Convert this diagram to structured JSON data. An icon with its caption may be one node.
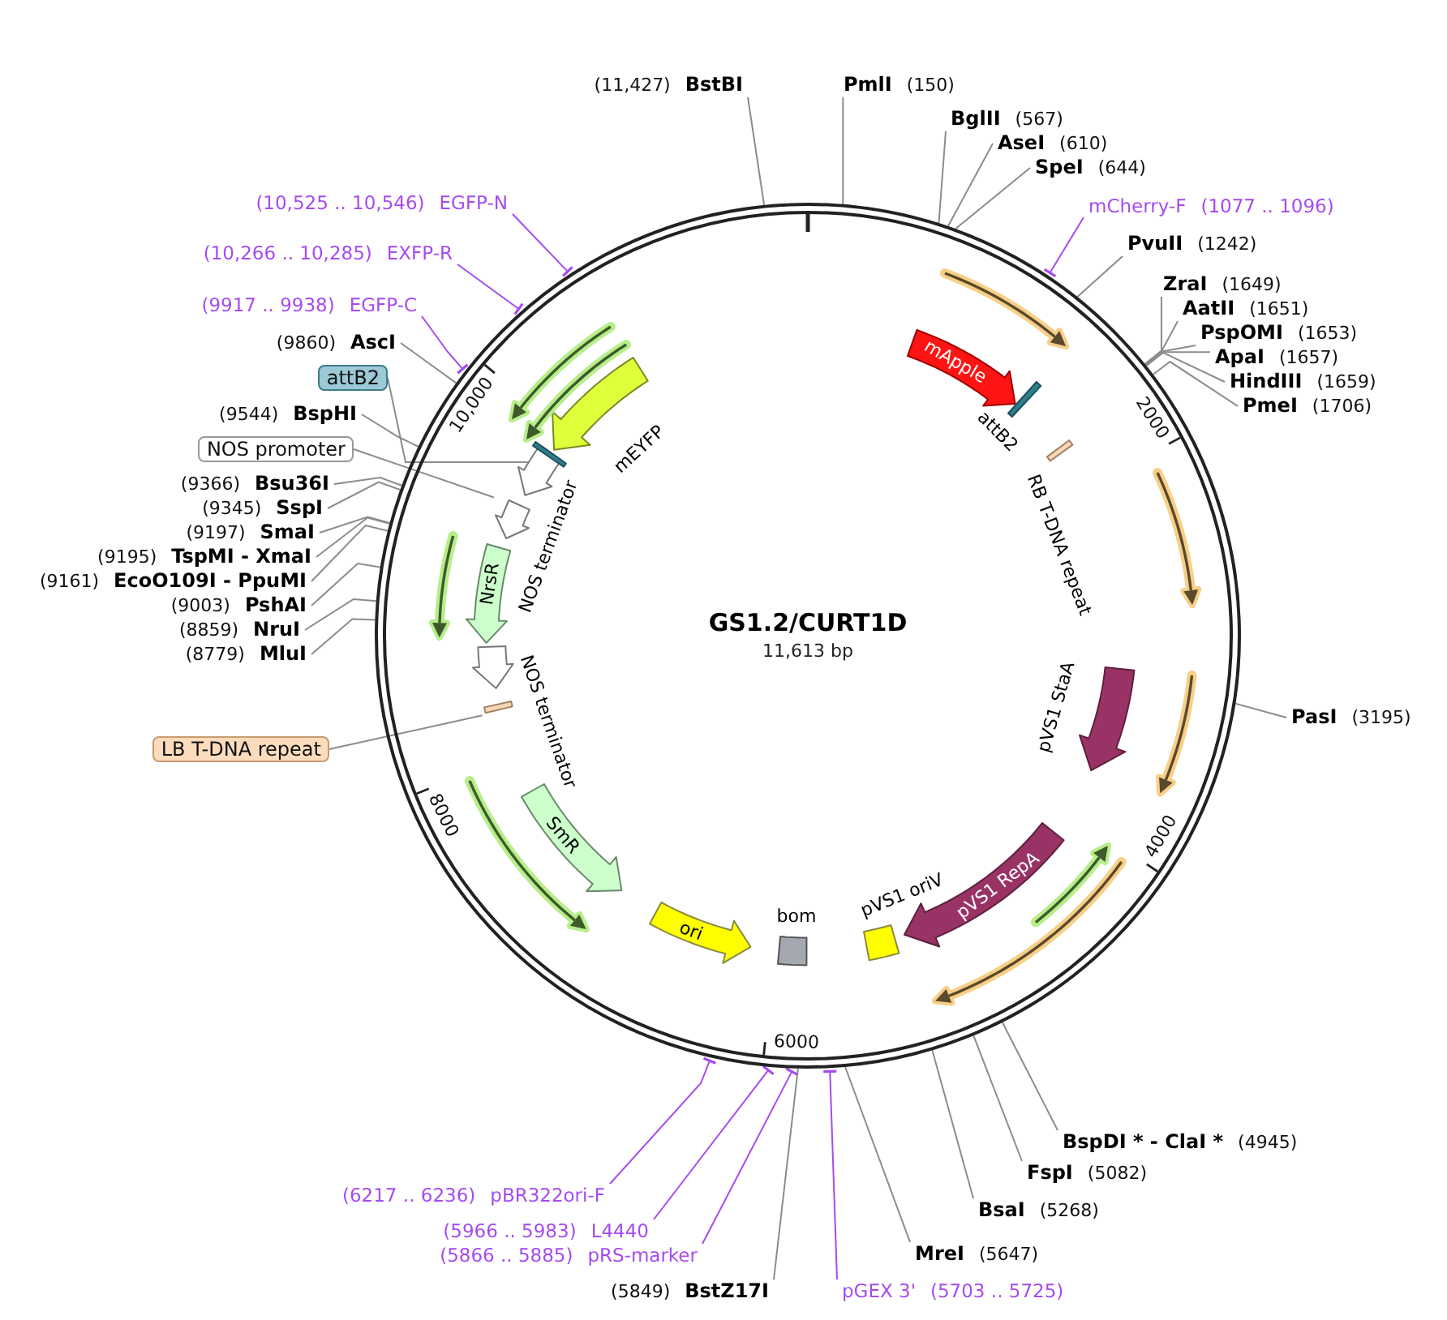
{
  "diagram": {
    "nodes": [
      {
        "text": [
          "GS1.2/CURT1D",
          "11,613 bp"
        ]
      },
      {
        "text": [],
        "shape": "arrow",
        "in": 0
      },
      {
        "text": [
          "mApple"
        ],
        "in": 0
      },
      {
        "text": [
          "attB2"
        ],
        "in": 0
      },
      {
        "text": [
          "RB T-DNA repeat"
        ],
        "in": 0
      },
      {
        "text": [],
        "shape": "arrow",
        "in": 0
      },
      {
        "text": [],
        "shape": "arrow",
        "in": 0
      },
      {
        "text": [
          "pVS1 StaA"
        ],
        "in": 0
      },
      {
        "text": [],
        "shape": "arrow",
        "in": 0
      },
      {
        "text": [],
        "shape": "arrow",
        "in": 0
      },
      {
        "text": [
          "pVS1 RepA"
        ],
        "in": 0
      },
      {
        "text": [
          "pVS1 oriV"
        ],
        "in": 0
      },
      {
        "text": [
          "bom"
        ],
        "in": 0
      },
      {
        "text": [
          "ori"
        ],
        "in": 0
      },
      {
        "text": [
          "SmR"
        ],
        "in": 0
      },
      {
        "text": [],
        "shape": "arrow",
        "in": 0
      },
      {
        "text": [],
        "shape": "bar",
        "in": 0
      },
      {
        "text": [
          "NOS terminator"
        ],
        "in": 0
      },
      {
        "text": [
          "NrsR"
        ],
        "in": 0
      },
      {
        "text": [],
        "shape": "arrow",
        "in": 0
      },
      {
        "text": [],
        "shape": "arrow",
        "in": 0
      },
      {
        "text": [
          "NOS terminator"
        ],
        "in": 0
      },
      {
        "text": [],
        "shape": "bar",
        "in": 0
      },
      {
        "text": [
          "mEYFP"
        ],
        "in": 0
      },
      {
        "text": [],
        "shape": "arrow",
        "in": 0
      },
      {
        "text": [],
        "shape": "arrow",
        "in": 0
      },
      {
        "text": [
          "(11,427)",
          "BstBI"
        ]
      },
      {
        "text": [
          "PmlI",
          "(150)"
        ]
      },
      {
        "text": [
          "BglII",
          "(567)"
        ]
      },
      {
        "text": [
          "AseI",
          "(610)"
        ]
      },
      {
        "text": [
          "SpeI",
          "(644)"
        ]
      },
      {
        "text": [
          "mCherry-F",
          "(1077 .. 1096)"
        ]
      },
      {
        "text": [
          "PvuII",
          "(1242)"
        ]
      },
      {
        "text": [
          "ZraI",
          "(1649)"
        ]
      },
      {
        "text": [
          "AatII",
          "(1651)"
        ]
      },
      {
        "text": [
          "PspOMI",
          "(1653)"
        ]
      },
      {
        "text": [
          "ApaI",
          "(1657)"
        ]
      },
      {
        "text": [
          "HindIII",
          "(1659)"
        ]
      },
      {
        "text": [
          "PmeI",
          "(1706)"
        ]
      },
      {
        "text": [
          "PasI",
          "(3195)"
        ]
      },
      {
        "text": [
          "BspDI * - ClaI *",
          "(4945)"
        ]
      },
      {
        "text": [
          "FspI",
          "(5082)"
        ]
      },
      {
        "text": [
          "BsaI",
          "(5268)"
        ]
      },
      {
        "text": [
          "MreI",
          "(5647)"
        ]
      },
      {
        "text": [
          "pGEX 3'",
          "(5703 .. 5725)"
        ]
      },
      {
        "text": [
          "(5849)",
          "BstZ17I"
        ]
      },
      {
        "text": [
          "(5866 .. 5885)",
          "pRS-marker"
        ]
      },
      {
        "text": [
          "(5966 .. 5983)",
          "L4440"
        ]
      },
      {
        "text": [
          "(6217 .. 6236)",
          "pBR322ori-F"
        ]
      },
      {
        "text": [
          "LB T-DNA repeat"
        ]
      },
      {
        "text": [
          "(8779)",
          "MluI"
        ]
      },
      {
        "text": [
          "(8859)",
          "NruI"
        ]
      },
      {
        "text": [
          "(9003)",
          "PshAI"
        ]
      },
      {
        "text": [
          "(9161)",
          "EcoO109I - PpuMI"
        ]
      },
      {
        "text": [
          "(9195)",
          "TspMI - XmaI"
        ]
      },
      {
        "text": [
          "(9197)",
          "SmaI"
        ]
      },
      {
        "text": [
          "(9345)",
          "SspI"
        ]
      },
      {
        "text": [
          "(9366)",
          "Bsu36I"
        ]
      },
      {
        "text": [
          "NOS promoter"
        ]
      },
      {
        "text": [
          "(9544)",
          "BspHI"
        ]
      },
      {
        "text": [
          "attB2"
        ]
      },
      {
        "text": [
          "(9860)",
          "AscI"
        ]
      },
      {
        "text": [
          "(9917 .. 9938)",
          "EGFP-C"
        ]
      },
      {
        "text": [
          "(10,266 .. 10,285)",
          "EXFP-R"
        ]
      },
      {
        "text": [
          "(10,525 .. 10,546)",
          "EGFP-N"
        ]
      }
    ],
    "edges": [
      {
        "from": 26,
        "to": 0,
        "arrow": "none"
      },
      {
        "from": 27,
        "to": 0,
        "arrow": "none"
      },
      {
        "from": 28,
        "to": 0,
        "arrow": "none"
      },
      {
        "from": 29,
        "to": 0,
        "arrow": "none"
      },
      {
        "from": 30,
        "to": 0,
        "arrow": "none"
      },
      {
        "from": 31,
        "to": 0,
        "arrow": "other",
        "color": "#a64bf0"
      },
      {
        "from": 32,
        "to": 0,
        "arrow": "none"
      },
      {
        "from": 33,
        "to": 0,
        "arrow": "none"
      },
      {
        "from": 34,
        "to": 0,
        "arrow": "none"
      },
      {
        "from": 35,
        "to": 0,
        "arrow": "none"
      },
      {
        "from": 36,
        "to": 0,
        "arrow": "none"
      },
      {
        "from": 37,
        "to": 0,
        "arrow": "none"
      },
      {
        "from": 38,
        "to": 0,
        "arrow": "none"
      },
      {
        "from": 39,
        "to": 0,
        "arrow": "none"
      },
      {
        "from": 40,
        "to": 0,
        "arrow": "none"
      },
      {
        "from": 41,
        "to": 0,
        "arrow": "none"
      },
      {
        "from": 42,
        "to": 0,
        "arrow": "none"
      },
      {
        "from": 43,
        "to": 0,
        "arrow": "none"
      },
      {
        "from": 44,
        "to": 0,
        "arrow": "other",
        "color": "#a64bf0"
      },
      {
        "from": 45,
        "to": 0,
        "arrow": "none"
      },
      {
        "from": 46,
        "to": 0,
        "arrow": "other",
        "color": "#a64bf0"
      },
      {
        "from": 47,
        "to": 0,
        "arrow": "other",
        "color": "#a64bf0"
      },
      {
        "from": 48,
        "to": 0,
        "arrow": "other",
        "color": "#a64bf0"
      },
      {
        "from": 49,
        "to": 16,
        "arrow": "none"
      },
      {
        "from": 50,
        "to": 0,
        "arrow": "none"
      },
      {
        "from": 51,
        "to": 0,
        "arrow": "none"
      },
      {
        "from": 52,
        "to": 0,
        "arrow": "none"
      },
      {
        "from": 53,
        "to": 0,
        "arrow": "none"
      },
      {
        "from": 54,
        "to": 0,
        "arrow": "none"
      },
      {
        "from": 55,
        "to": 0,
        "arrow": "none"
      },
      {
        "from": 56,
        "to": 0,
        "arrow": "none"
      },
      {
        "from": 57,
        "to": 0,
        "arrow": "none"
      },
      {
        "from": 58,
        "to": 20,
        "arrow": "none"
      },
      {
        "from": 59,
        "to": 0,
        "arrow": "none"
      },
      {
        "from": 60,
        "to": 22,
        "arrow": "none"
      },
      {
        "from": 61,
        "to": 0,
        "arrow": "none"
      },
      {
        "from": 62,
        "to": 0,
        "arrow": "other",
        "color": "#a64bf0"
      },
      {
        "from": 63,
        "to": 0,
        "arrow": "other",
        "color": "#a64bf0"
      },
      {
        "from": 64,
        "to": 0,
        "arrow": "other",
        "color": "#a64bf0"
      }
    ],
    "labels": [
      "10,000",
      "2000",
      "8000",
      "4000",
      "6000"
    ]
  }
}
